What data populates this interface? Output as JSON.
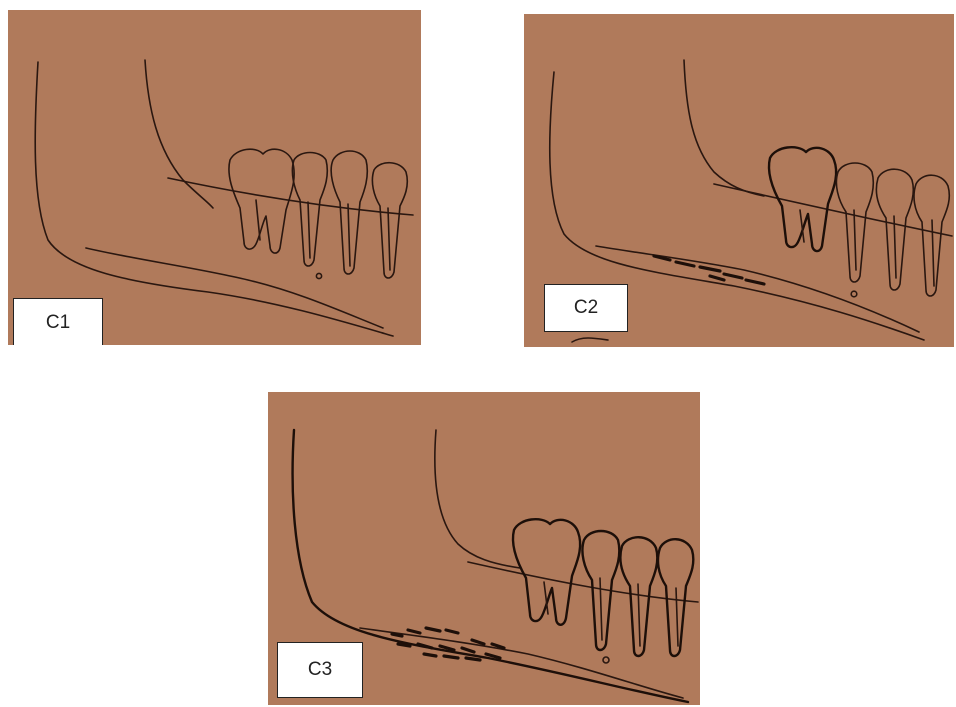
{
  "panels": [
    {
      "label": "C1"
    },
    {
      "label": "C2"
    },
    {
      "label": "C3"
    }
  ],
  "colors": {
    "panel_bg": "#b07a5b",
    "ink": "#2a1710",
    "label_bg": "#ffffff"
  }
}
